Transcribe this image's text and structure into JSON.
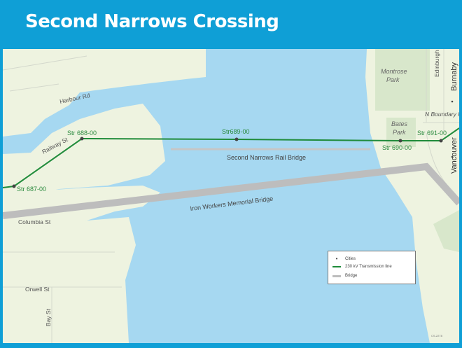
{
  "title": "Second Narrows Crossing",
  "roads": {
    "harbour": "Harbour Rd",
    "railway": "Railway St",
    "columbia": "Columbia St",
    "orwell": "Orwell St",
    "bay": "Bay St",
    "edinburgh": "Edinburgh St",
    "boundary": "N Boundary Rd"
  },
  "parks": {
    "montrose": [
      "Montrose",
      "Park"
    ],
    "bates": [
      "Bates",
      "Park"
    ]
  },
  "cities": {
    "burnaby": "Burnaby",
    "vancouver": "Vancouver"
  },
  "structures": [
    "Str 687-00",
    "Str 688-00",
    "Str689-00",
    "Str 690-00",
    "Str 691-00"
  ],
  "bridges": {
    "rail": "Second Narrows Rail Bridge",
    "iron": "Iron Workers Memorial Bridge"
  },
  "legend": {
    "cities": "Cities",
    "line": "230 kV Transmission line",
    "bridge": "Bridge"
  },
  "code": "CS-2278",
  "colors": {
    "water": "#a6d8f1",
    "land": "#eef3e0",
    "park": "#d8e7cb",
    "line": "#1f8b3a",
    "bridge": "#bdbdbd",
    "frame": "#0f9fd6"
  }
}
